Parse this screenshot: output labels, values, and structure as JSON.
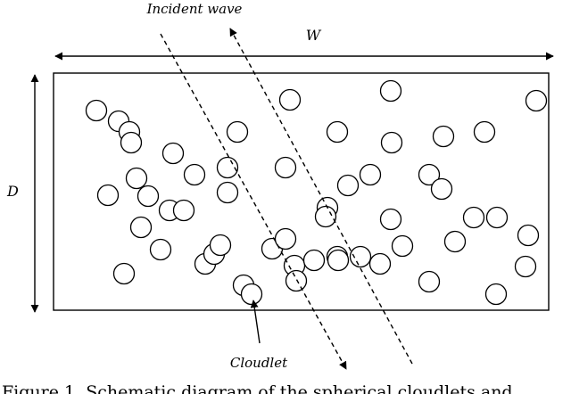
{
  "labels": {
    "incident_wave": "Incident wave",
    "width": "W",
    "depth": "D",
    "cloudlet": "Cloudlet"
  },
  "caption": {
    "text": "Figure 1. Schematic diagram of the spherical cloudlets and"
  },
  "icons": {
    "cloudlet_shape": "circle-outline",
    "wave_shape": "dashed-arrow"
  },
  "colors": {
    "ink": "#000000",
    "background": "#ffffff"
  }
}
